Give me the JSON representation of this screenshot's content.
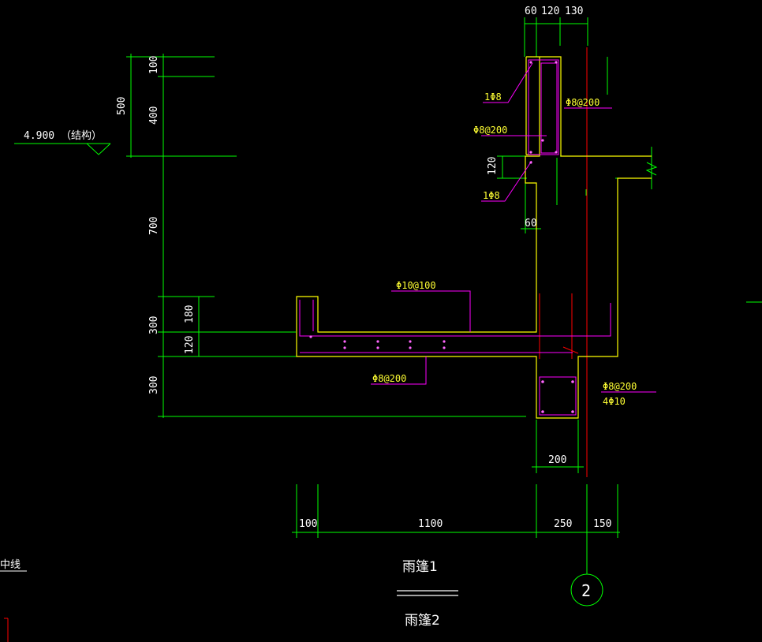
{
  "drawing": {
    "elevation_label": "4.900 （结构）",
    "title_top": "雨篷1",
    "title_bottom": "雨篷2",
    "axis_bubble": "2",
    "edge_label": "中线",
    "colors": {
      "background": "#000000",
      "dimension": "#00ff00",
      "concrete_outline": "#ffff00",
      "leader": "#ff00ff",
      "axis": "#ff0000",
      "text": "#ffffff",
      "rebar_label": "#ffff33"
    }
  },
  "dimensions": {
    "top": [
      "60",
      "120",
      "130"
    ],
    "left_upper_total": "500",
    "left_upper": [
      "100",
      "400"
    ],
    "left_middle": "700",
    "left_lower_total": "300",
    "left_lower": [
      "180",
      "120"
    ],
    "left_bottom": "300",
    "upcurb_height": "120",
    "upcurb_width": "60",
    "beam_width": "200",
    "bottom": [
      "100",
      "1100",
      "250",
      "150"
    ]
  },
  "rebar_labels": {
    "top_corner_bar": "1Φ8",
    "top_stirrup": "Φ8@200",
    "top_side": "Φ8@200",
    "mid_corner_bar": "1Φ8",
    "slab_top": "Φ10@100",
    "slab_bottom": "Φ8@200",
    "beam_stirrup": "Φ8@200",
    "beam_longitudinal": "4Φ10"
  }
}
